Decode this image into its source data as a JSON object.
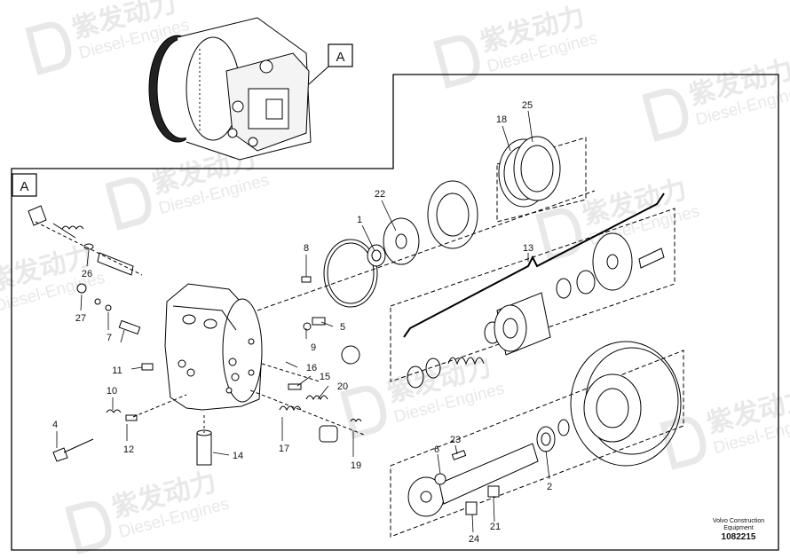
{
  "watermark": {
    "cn": "紫发动力",
    "en": "Diesel-Engines"
  },
  "view_label": "A",
  "part_numbers": [
    "1",
    "2",
    "4",
    "5",
    "6",
    "7",
    "8",
    "9",
    "10",
    "11",
    "12",
    "13",
    "14",
    "15",
    "16",
    "17",
    "18",
    "19",
    "20",
    "21",
    "22",
    "23",
    "24",
    "25",
    "26",
    "27"
  ],
  "footer": {
    "line1": "Volvo Construction",
    "line2": "Equipment",
    "code": "1082215"
  }
}
